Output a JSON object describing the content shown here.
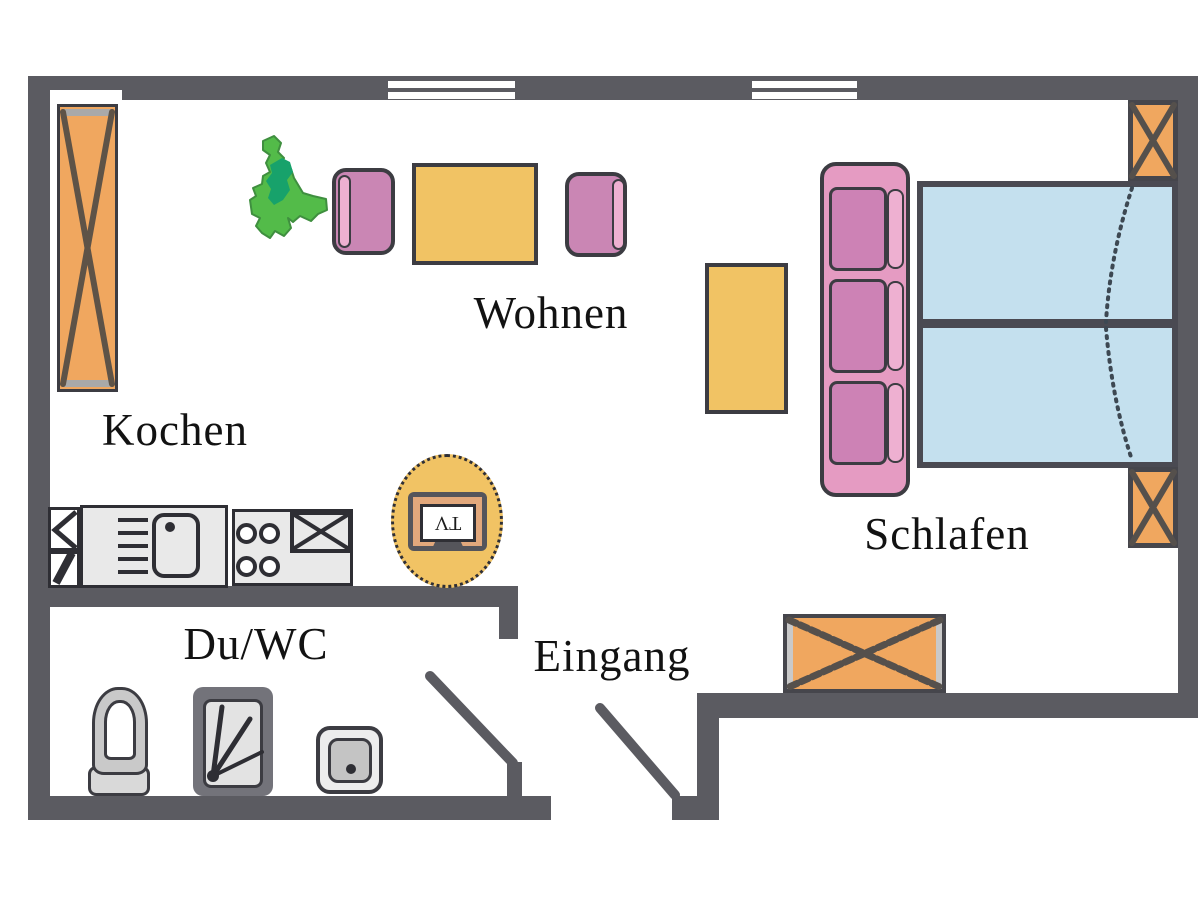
{
  "room_labels": {
    "kitchen": "Kochen",
    "living": "Wohnen",
    "sleeping": "Schlafen",
    "bathroom": "Du/WC",
    "entrance": "Eingang"
  },
  "tv_label": "TV",
  "colors": {
    "wall": "#5b5b61",
    "outline": "#3c3c42",
    "ink": "#2e2e34",
    "orange": "#f0a75f",
    "yellow": "#f1c364",
    "bed_blue": "#c4e0ee",
    "bed_frame": "#4a4a52",
    "pink": "#ca86b4",
    "pink_dark": "#cd82b5",
    "pink_light": "#eeb0d1",
    "headboard_pink": "#e59bc2",
    "plant_green": "#53bb49",
    "plant_green_dark": "#17a26b",
    "counter_gray": "#e9e9e9",
    "fixture_gray": "#c9c9c9"
  }
}
